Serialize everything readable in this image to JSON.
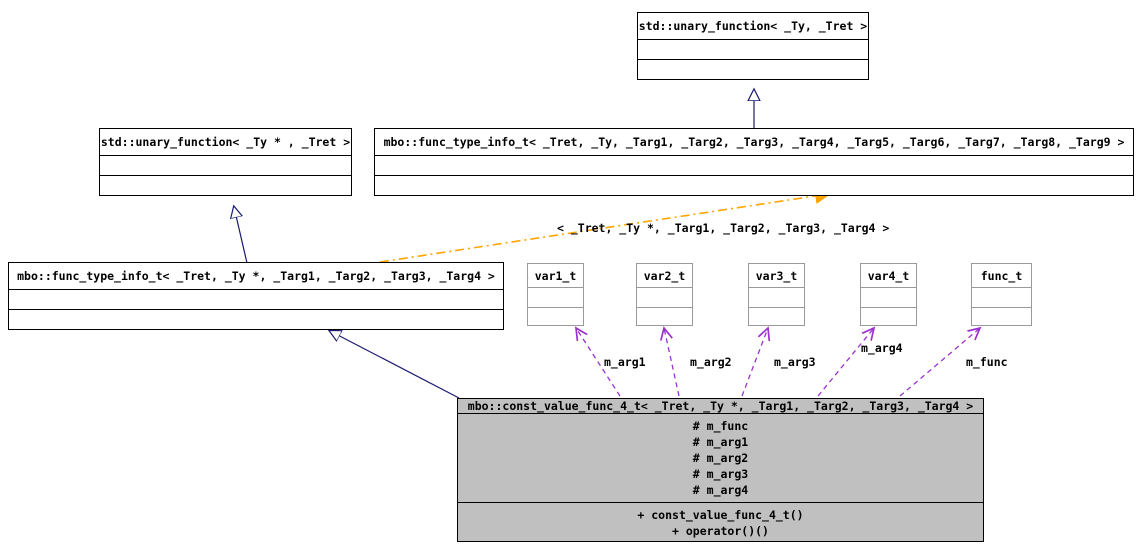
{
  "diagram": {
    "title": "UML class inheritance and collaboration diagram",
    "colors": {
      "inheritance_edge": "#191970",
      "template_edge": "#ffa500",
      "usage_edge": "#9a32cd",
      "node_fill_highlight": "#c0c0c0",
      "node_fill": "#ffffff",
      "node_border": "#000000",
      "node_border_gray": "#9a9a9a"
    },
    "nodes": {
      "std_unary_function_ty_tret": {
        "title": "std::unary_function< _Ty, _Tret >",
        "attributes": [],
        "methods": []
      },
      "std_unary_function_typtr_tret": {
        "title": "std::unary_function< _Ty * , _Tret >",
        "attributes": [],
        "methods": []
      },
      "mbo_func_type_info_t_9args": {
        "title": "mbo::func_type_info_t< _Tret, _Ty, _Targ1, _Targ2, _Targ3, _Targ4, _Targ5, _Targ6, _Targ7, _Targ8, _Targ9 >",
        "attributes": [],
        "methods": []
      },
      "mbo_func_type_info_t_4args": {
        "title": "mbo::func_type_info_t< _Tret, _Ty *, _Targ1, _Targ2, _Targ3, _Targ4 >",
        "attributes": [],
        "methods": []
      },
      "var1_t": {
        "title": "var1_t",
        "attributes": [],
        "methods": []
      },
      "var2_t": {
        "title": "var2_t",
        "attributes": [],
        "methods": []
      },
      "var3_t": {
        "title": "var3_t",
        "attributes": [],
        "methods": []
      },
      "var4_t": {
        "title": "var4_t",
        "attributes": [],
        "methods": []
      },
      "func_t": {
        "title": "func_t",
        "attributes": [],
        "methods": []
      },
      "mbo_const_value_func_4_t": {
        "title": "mbo::const_value_func_4_t< _Tret, _Ty *, _Targ1, _Targ2, _Targ3, _Targ4 >",
        "attributes": [
          "# m_func",
          "# m_arg1",
          "# m_arg2",
          "# m_arg3",
          "# m_arg4"
        ],
        "methods": [
          "+ const_value_func_4_t()",
          "+ operator()()"
        ]
      }
    },
    "edge_labels": {
      "template_binding": "< _Tret, _Ty *, _Targ1, _Targ2, _Targ3, _Targ4 >",
      "m_arg1": "m_arg1",
      "m_arg2": "m_arg2",
      "m_arg3": "m_arg3",
      "m_arg4": "m_arg4",
      "m_func": "m_func"
    }
  }
}
